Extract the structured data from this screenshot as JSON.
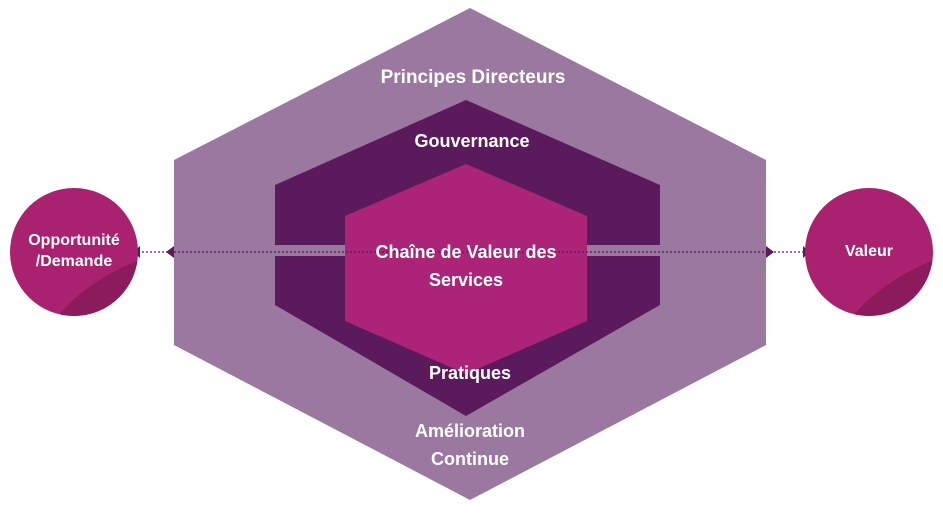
{
  "outer_hexagon": {
    "top_label": "Principes Directeurs",
    "bottom_label_line1": "Amélioration",
    "bottom_label_line2": "Continue"
  },
  "middle_hexagon": {
    "top_label": "Gouvernance",
    "bottom_label": "Pratiques"
  },
  "center_hexagon": {
    "line1": "Chaîne de Valeur des",
    "line2": "Services"
  },
  "left_circle": {
    "line1": "Opportunité",
    "line2": "/Demande"
  },
  "right_circle": {
    "label": "Valeur"
  },
  "colors": {
    "outer_hexagon": "#9b78a0",
    "middle_hexagon": "#5b1a5c",
    "center_hexagon": "#ab2478",
    "circle": "#a8226f",
    "circle_shade": "#8c1b5b",
    "connector": "#5b1a5c"
  }
}
